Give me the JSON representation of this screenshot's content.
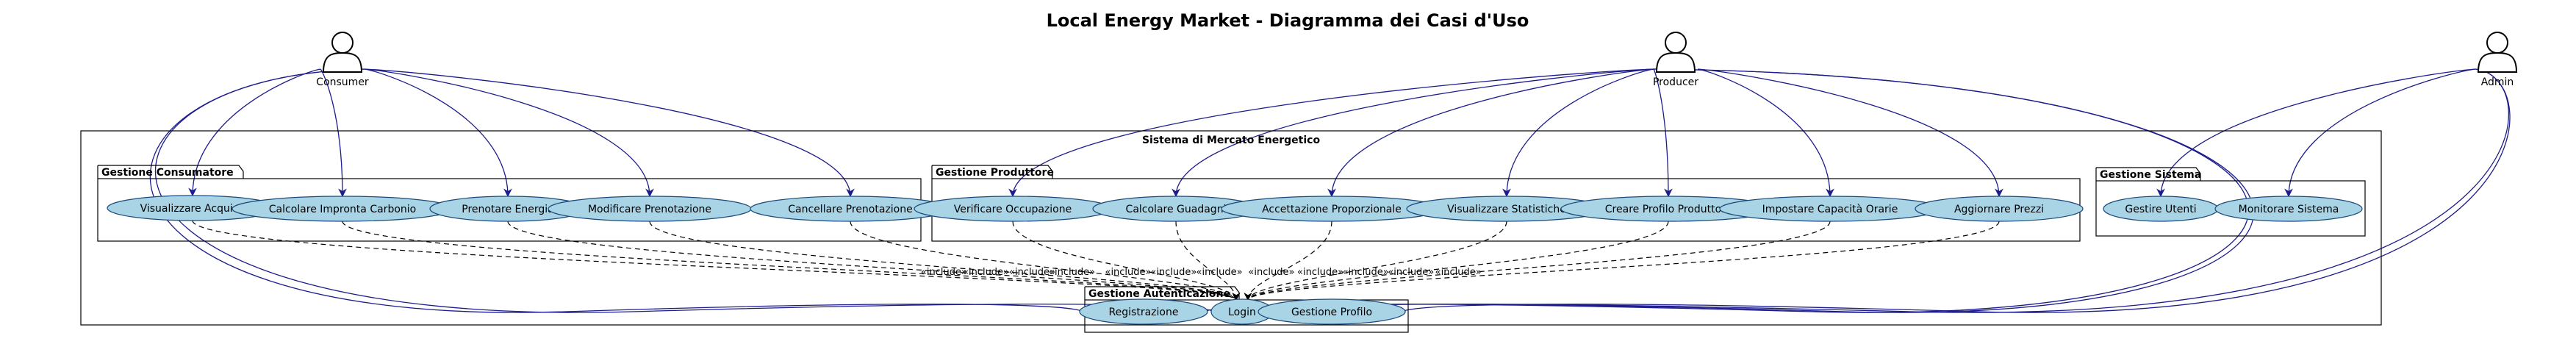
{
  "title": "Local Energy Market - Diagramma dei Casi d'Uso",
  "system": {
    "label": "Sistema di Mercato Energetico"
  },
  "actors": [
    {
      "id": "consumer",
      "label": "Consumer"
    },
    {
      "id": "producer",
      "label": "Producer"
    },
    {
      "id": "admin",
      "label": "Admin"
    }
  ],
  "packages": [
    {
      "id": "consumatore",
      "label": "Gestione Consumatore"
    },
    {
      "id": "produttore",
      "label": "Gestione Produttore"
    },
    {
      "id": "sistema",
      "label": "Gestione Sistema"
    },
    {
      "id": "auth",
      "label": "Gestione Autenticazione"
    }
  ],
  "use_cases": [
    {
      "id": "visualizzare_acquisti",
      "label": "Visualizzare Acquisti",
      "package": "consumatore"
    },
    {
      "id": "calcolare_impronta",
      "label": "Calcolare Impronta Carbonio",
      "package": "consumatore"
    },
    {
      "id": "prenotare_energia",
      "label": "Prenotare Energia",
      "package": "consumatore"
    },
    {
      "id": "modificare_prenotazione",
      "label": "Modificare Prenotazione",
      "package": "consumatore"
    },
    {
      "id": "cancellare_prenotazione",
      "label": "Cancellare Prenotazione",
      "package": "consumatore"
    },
    {
      "id": "verificare_occupazione",
      "label": "Verificare Occupazione",
      "package": "produttore"
    },
    {
      "id": "calcolare_guadagni",
      "label": "Calcolare Guadagni",
      "package": "produttore"
    },
    {
      "id": "accettazione_proporzionale",
      "label": "Accettazione Proporzionale",
      "package": "produttore"
    },
    {
      "id": "visualizzare_statistiche",
      "label": "Visualizzare Statistiche",
      "package": "produttore"
    },
    {
      "id": "creare_profilo",
      "label": "Creare Profilo Produttore",
      "package": "produttore"
    },
    {
      "id": "impostare_capacita",
      "label": "Impostare Capacità Orarie",
      "package": "produttore"
    },
    {
      "id": "aggiornare_prezzi",
      "label": "Aggiornare Prezzi",
      "package": "produttore"
    },
    {
      "id": "gestire_utenti",
      "label": "Gestire Utenti",
      "package": "sistema"
    },
    {
      "id": "monitorare_sistema",
      "label": "Monitorare Sistema",
      "package": "sistema"
    },
    {
      "id": "registrazione",
      "label": "Registrazione",
      "package": "auth"
    },
    {
      "id": "login",
      "label": "Login",
      "package": "auth"
    },
    {
      "id": "gestione_profilo",
      "label": "Gestione Profilo",
      "package": "auth"
    }
  ],
  "associations": [
    {
      "from": "consumer",
      "to": "visualizzare_acquisti"
    },
    {
      "from": "consumer",
      "to": "calcolare_impronta"
    },
    {
      "from": "consumer",
      "to": "prenotare_energia"
    },
    {
      "from": "consumer",
      "to": "modificare_prenotazione"
    },
    {
      "from": "consumer",
      "to": "cancellare_prenotazione"
    },
    {
      "from": "consumer",
      "to": "registrazione"
    },
    {
      "from": "consumer",
      "to": "login"
    },
    {
      "from": "producer",
      "to": "verificare_occupazione"
    },
    {
      "from": "producer",
      "to": "calcolare_guadagni"
    },
    {
      "from": "producer",
      "to": "accettazione_proporzionale"
    },
    {
      "from": "producer",
      "to": "visualizzare_statistiche"
    },
    {
      "from": "producer",
      "to": "creare_profilo"
    },
    {
      "from": "producer",
      "to": "impostare_capacita"
    },
    {
      "from": "producer",
      "to": "aggiornare_prezzi"
    },
    {
      "from": "producer",
      "to": "registrazione"
    },
    {
      "from": "producer",
      "to": "login"
    },
    {
      "from": "admin",
      "to": "gestire_utenti"
    },
    {
      "from": "admin",
      "to": "monitorare_sistema"
    },
    {
      "from": "admin",
      "to": "login"
    },
    {
      "from": "admin",
      "to": "gestione_profilo"
    }
  ],
  "include_label": "«include»",
  "includes": [
    {
      "from": "visualizzare_acquisti",
      "to": "login"
    },
    {
      "from": "calcolare_impronta",
      "to": "login"
    },
    {
      "from": "prenotare_energia",
      "to": "login"
    },
    {
      "from": "modificare_prenotazione",
      "to": "login"
    },
    {
      "from": "cancellare_prenotazione",
      "to": "login"
    },
    {
      "from": "verificare_occupazione",
      "to": "login"
    },
    {
      "from": "calcolare_guadagni",
      "to": "login"
    },
    {
      "from": "accettazione_proporzionale",
      "to": "login"
    },
    {
      "from": "visualizzare_statistiche",
      "to": "login"
    },
    {
      "from": "creare_profilo",
      "to": "login"
    },
    {
      "from": "impostare_capacita",
      "to": "login"
    },
    {
      "from": "aggiornare_prezzi",
      "to": "login"
    }
  ],
  "colors": {
    "use_case_fill": "#a8d4e6",
    "use_case_stroke": "#1a4a7a",
    "association": "#1c1c8c",
    "include": "#000000"
  }
}
